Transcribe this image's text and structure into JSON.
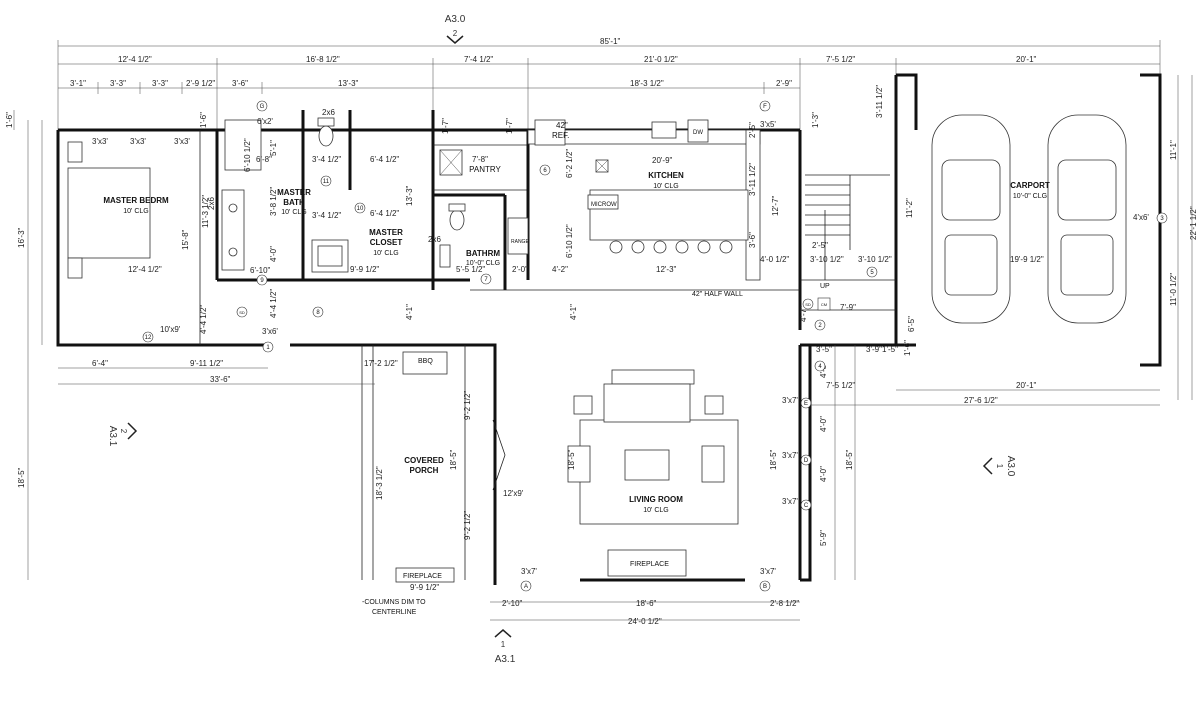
{
  "sections": {
    "top": {
      "sheet": "A3.0",
      "num": "2"
    },
    "bottom": {
      "sheet": "A3.1",
      "num": "1"
    },
    "left": {
      "sheet": "A3.1",
      "num": "2"
    },
    "right": {
      "sheet": "A3.0",
      "num": "1"
    }
  },
  "rooms": {
    "master_bedroom": {
      "name": "MASTER BEDRM",
      "clg": "10' CLG"
    },
    "master_bath": {
      "name1": "MASTER",
      "name2": "BATH",
      "clg": "10' CLG"
    },
    "master_closet": {
      "name1": "MASTER",
      "name2": "CLOSET",
      "clg": "10' CLG"
    },
    "pantry": {
      "name": "PANTRY"
    },
    "kitchen": {
      "name": "KITCHEN",
      "clg": "10' CLG"
    },
    "bathroom": {
      "name": "BATHRM",
      "clg": "10'-0\" CLG"
    },
    "carport": {
      "name": "CARPORT",
      "clg": "10'-0\" CLG"
    },
    "covered_porch": {
      "name1": "COVERED",
      "name2": "PORCH"
    },
    "living_room": {
      "name": "LIVING ROOM",
      "clg": "10' CLG"
    }
  },
  "labels": {
    "refrigerator1": "42\"",
    "refrigerator2": "REF.",
    "microwave": "MICROW",
    "dishwasher": "DW",
    "range": "RANGE",
    "bbq": "BBQ",
    "fireplace_porch": "FIREPLACE",
    "fireplace_living": "FIREPLACE",
    "half_wall": "42\" HALF WALL",
    "up": "UP",
    "smoke": "SD",
    "co": "CM",
    "columns_note1": "-COLUMNS DIM TO",
    "columns_note2": "CENTERLINE",
    "pantry_dim": "7'-8\""
  },
  "dims": {
    "overall_top": "85'-1\"",
    "top_row2": [
      "12'-4 1/2\"",
      "16'-8 1/2\"",
      "7'-4 1/2\"",
      "21'-0 1/2\"",
      "7'-5 1/2\"",
      "20'-1\""
    ],
    "top_row3": [
      "3'-1\"",
      "3'-3\"",
      "3'-3\"",
      "2'-9 1/2\"",
      "3'-6\"",
      "13'-3\"",
      "18'-3 1/2\"",
      "2'-9\""
    ],
    "windows_bed": [
      "3'x3'",
      "3'x3'",
      "3'x3'"
    ],
    "bath": [
      "6'x2'",
      "6'-10 1/2\"",
      "6'-8\"",
      "5'-1\"",
      "3'-8 1/2\"",
      "4'-0\"",
      "6'-10\"",
      "2x6",
      "3'-4 1/2\"",
      "3'-4 1/2\""
    ],
    "closet": [
      "6'-4 1/2\"",
      "6'-4 1/2\"",
      "13'-3\"",
      "9'-9 1/2\"",
      "2x6"
    ],
    "bedroom": [
      "15'-8\"",
      "11'-3 1/2\"",
      "12'-4 1/2\"",
      "16'-3\"",
      "2x6"
    ],
    "kitchen": [
      "20'-9\"",
      "3'-11 1/2\"",
      "12'-7\"",
      "3'-6\"",
      "6'-10 1/2\"",
      "12'-3\"",
      "6'-2 1/2\"",
      "2'-5\"",
      "3'x5'",
      "4'-2\"",
      "2'-0\"",
      "5'-5 1/2\""
    ],
    "hall": [
      "4'-4 1/2\"",
      "4'-4 1/2\"",
      "3'x6'",
      "10'x9'",
      "4'-1\"",
      "4'-1\"",
      "1'-7\"",
      "1'-7\"",
      "1'-6\"",
      "1'-3\""
    ],
    "bottom_left": [
      "6'-4\"",
      "9'-11 1/2\"",
      "33'-6\"",
      "17'-2 1/2\""
    ],
    "stair": [
      "3'-11 1/2\"",
      "11'-2\"",
      "4'-0 1/2\"",
      "3'-10 1/2\"",
      "3'-10 1/2\"",
      "2'-5\"",
      "7'-9\"",
      "4'-7\"",
      "6'-5\"",
      "3'-5\"",
      "3'-9\"",
      "1'-6\"",
      "1'-5\""
    ],
    "carport": [
      "11'-1\"",
      "22'-1 1/2\"",
      "11'-0 1/2\"",
      "19'-9 1/2\"",
      "4'x6'",
      "20'-1\"",
      "7'-5 1/2\"",
      "27'-6 1/2\""
    ],
    "living": [
      "18'-5\"",
      "18'-5\"",
      "18'-5\"",
      "4'-8\"",
      "4'-0\"",
      "4'-0\"",
      "5'-9\"",
      "3'x7'",
      "3'x7'",
      "3'x7'",
      "3'x7'",
      "3'x7'"
    ],
    "porch": [
      "18'-3 1/2\"",
      "18'-5\"",
      "9'-2 1/2\"",
      "9'-2 1/2\"",
      "12'x9'",
      "9'-9 1/2\""
    ],
    "bottom": [
      "2'-10\"",
      "18'-6\"",
      "2'-8 1/2\"",
      "24'-0 1/2\""
    ],
    "left_vert": [
      "18'-5\"",
      "1'-6\""
    ]
  },
  "grid_tags": [
    "A",
    "B",
    "C",
    "D",
    "E",
    "F",
    "G",
    "1",
    "2",
    "3",
    "4",
    "5",
    "6",
    "7",
    "8",
    "9",
    "10",
    "11",
    "12"
  ]
}
